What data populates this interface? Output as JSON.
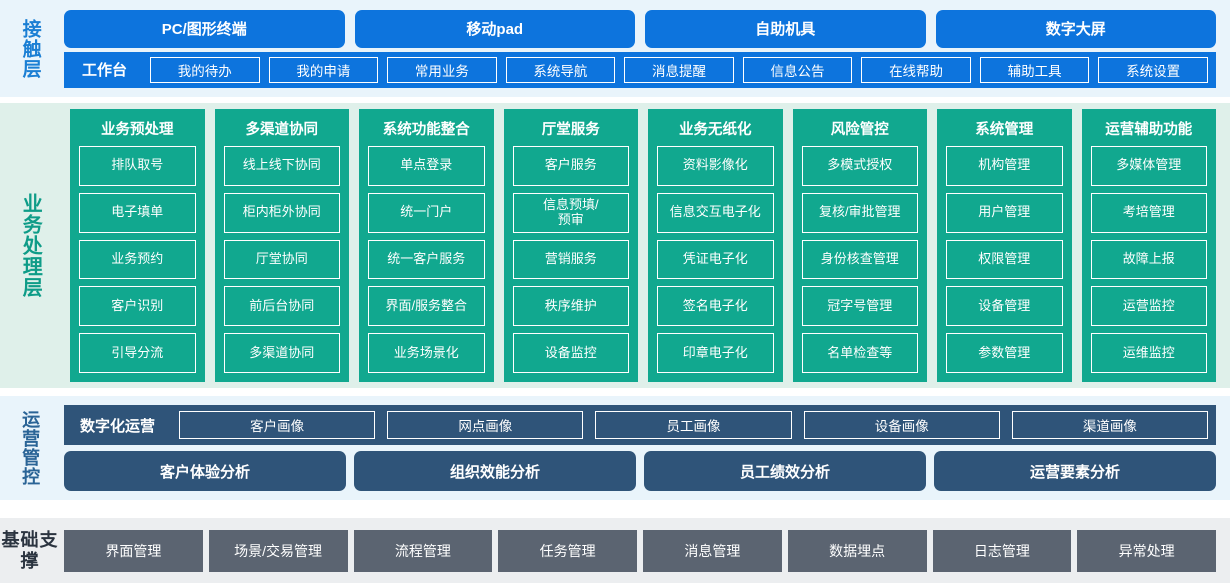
{
  "diagram": {
    "colors": {
      "contact_band": "#e9f4fb",
      "contact_accent": "#0d74dd",
      "business_band": "#dff0ea",
      "business_accent": "#11a88f",
      "ops_band": "#e9f4fb",
      "ops_accent": "#2f5479",
      "base_band": "#eceef0",
      "base_accent": "#5b6471"
    },
    "layers": [
      {
        "id": "contact",
        "label": "接触层",
        "channels": [
          "PC/图形终端",
          "移动pad",
          "自助机具",
          "数字大屏"
        ],
        "workbench_title": "工作台",
        "workbench_items": [
          "我的待办",
          "我的申请",
          "常用业务",
          "系统导航",
          "消息提醒",
          "信息公告",
          "在线帮助",
          "辅助工具",
          "系统设置"
        ]
      },
      {
        "id": "business",
        "label": "业务处理层",
        "groups": [
          {
            "title": "业务预处理",
            "items": [
              "排队取号",
              "电子填单",
              "业务预约",
              "客户识别",
              "引导分流"
            ]
          },
          {
            "title": "多渠道协同",
            "items": [
              "线上线下协同",
              "柜内柜外协同",
              "厅堂协同",
              "前后台协同",
              "多渠道协同"
            ]
          },
          {
            "title": "系统功能整合",
            "items": [
              "单点登录",
              "统一门户",
              "统一客户服务",
              "界面/服务整合",
              "业务场景化"
            ]
          },
          {
            "title": "厅堂服务",
            "items": [
              "客户服务",
              "信息预填/\n预审",
              "营销服务",
              "秩序维护",
              "设备监控"
            ]
          },
          {
            "title": "业务无纸化",
            "items": [
              "资料影像化",
              "信息交互电子化",
              "凭证电子化",
              "签名电子化",
              "印章电子化"
            ]
          },
          {
            "title": "风险管控",
            "items": [
              "多模式授权",
              "复核/审批管理",
              "身份核查管理",
              "冠字号管理",
              "名单检查等"
            ]
          },
          {
            "title": "系统管理",
            "items": [
              "机构管理",
              "用户管理",
              "权限管理",
              "设备管理",
              "参数管理"
            ]
          },
          {
            "title": "运营辅助功能",
            "items": [
              "多媒体管理",
              "考培管理",
              "故障上报",
              "运营监控",
              "运维监控"
            ]
          }
        ]
      },
      {
        "id": "ops",
        "label": "运营管控",
        "digital_ops_title": "数字化运营",
        "portraits": [
          "客户画像",
          "网点画像",
          "员工画像",
          "设备画像",
          "渠道画像"
        ],
        "analyses": [
          "客户体验分析",
          "组织效能分析",
          "员工绩效分析",
          "运营要素分析"
        ]
      },
      {
        "id": "base",
        "label": "基础支撑",
        "items": [
          "界面管理",
          "场景/交易管理",
          "流程管理",
          "任务管理",
          "消息管理",
          "数据埋点",
          "日志管理",
          "异常处理"
        ]
      }
    ]
  }
}
